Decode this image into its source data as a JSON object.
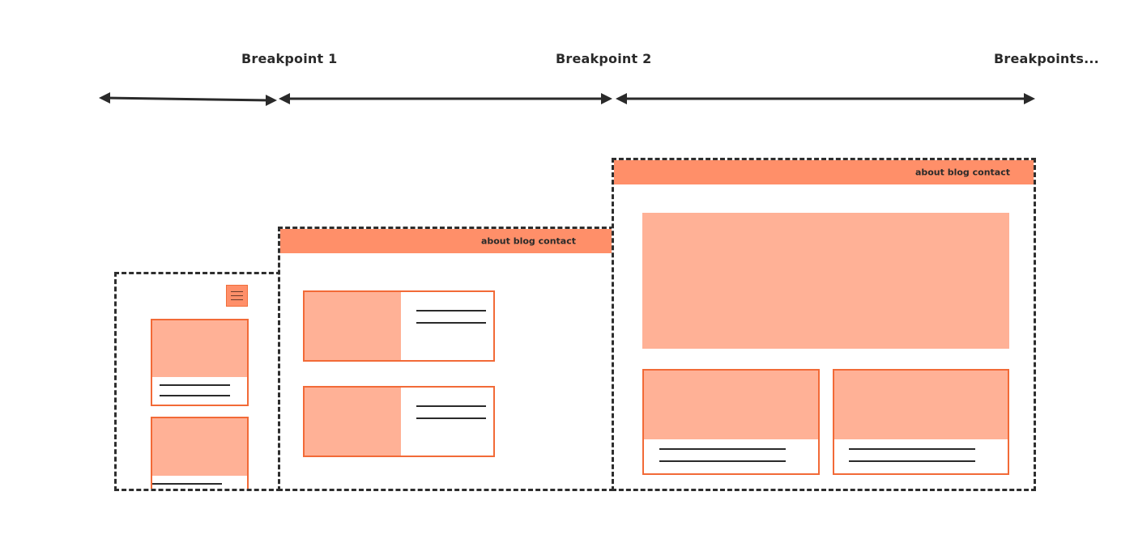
{
  "breakpoints": {
    "labels": [
      "Breakpoint 1",
      "Breakpoint 2",
      "Breakpoints..."
    ]
  },
  "layouts": {
    "tablet": {
      "nav_text": "about  blog  contact"
    },
    "desktop": {
      "nav_text": "about  blog  contact"
    }
  },
  "colors": {
    "nav": "#ff8f69",
    "image": "#ffb196",
    "card_border": "#f26a37",
    "frame_border": "#2e2e2e",
    "text": "#2a2a2a"
  },
  "icons": {
    "mobile_menu": "hamburger-icon"
  }
}
